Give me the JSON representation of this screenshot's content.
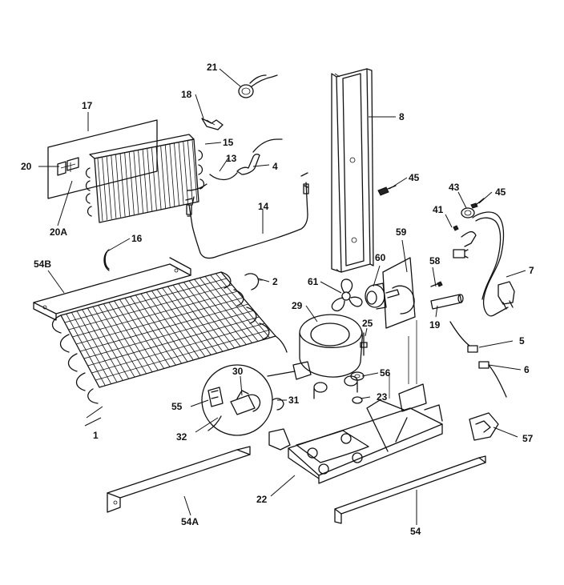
{
  "callouts": {
    "c1": "1",
    "c2": "2",
    "c4": "4",
    "c5": "5",
    "c6": "6",
    "c7": "7",
    "c8": "8",
    "c13": "13",
    "c14": "14",
    "c15": "15",
    "c16": "16",
    "c17": "17",
    "c18": "18",
    "c19": "19",
    "c20": "20",
    "c20A": "20A",
    "c21": "21",
    "c22": "22",
    "c23": "23",
    "c25": "25",
    "c29": "29",
    "c30": "30",
    "c31": "31",
    "c32": "32",
    "c41": "41",
    "c43": "43",
    "c45a": "45",
    "c45b": "45",
    "c54": "54",
    "c54A": "54A",
    "c54B": "54B",
    "c55": "55",
    "c56": "56",
    "c57": "57",
    "c58": "58",
    "c59": "59",
    "c60": "60",
    "c61": "61"
  }
}
